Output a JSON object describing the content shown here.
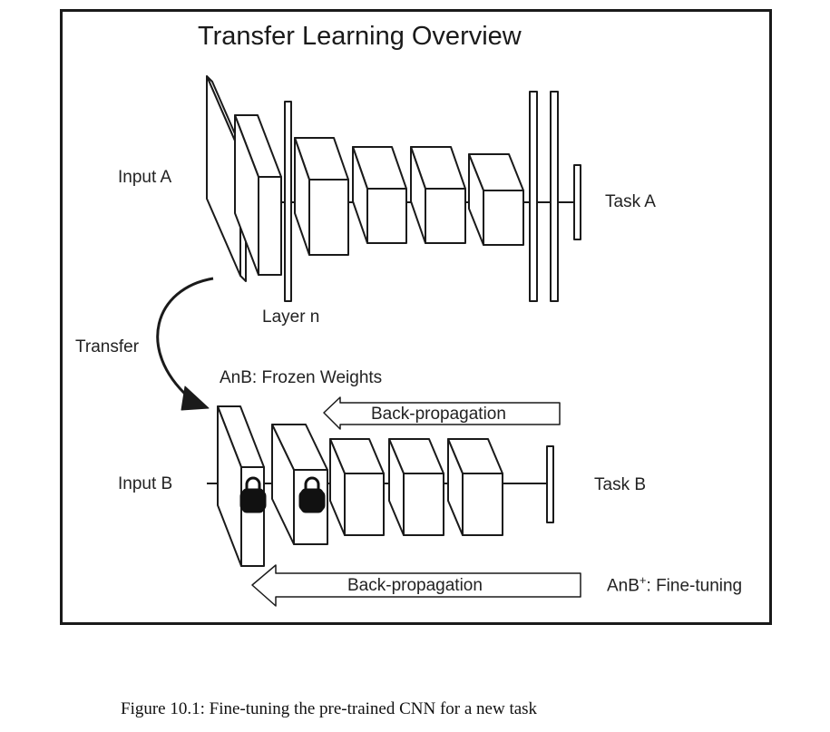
{
  "title": "Transfer Learning Overview",
  "labels": {
    "input_a": "Input A",
    "task_a": "Task A",
    "layer_n": "Layer n",
    "transfer": "Transfer",
    "frozen": "AnB: Frozen Weights",
    "input_b": "Input B",
    "task_b": "Task B",
    "backprop_top": "Back-propagation",
    "backprop_bottom": "Back-propagation",
    "finetune_prefix": "AnB",
    "finetune_sup": "+",
    "finetune_suffix": ": Fine-tuning"
  },
  "caption": "Figure 10.1: Fine-tuning the pre-trained CNN for a new task",
  "icons": [
    "lock-icon",
    "lock-icon"
  ],
  "colors": {
    "stroke": "#1a1a1a",
    "fill": "#ffffff",
    "lock": "#111111"
  }
}
